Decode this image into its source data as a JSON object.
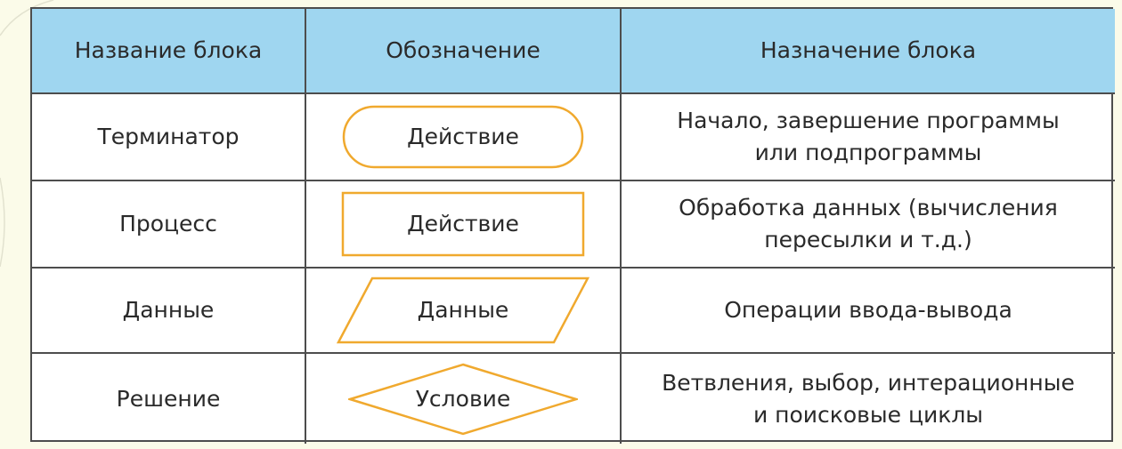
{
  "table": {
    "headers": [
      "Название блока",
      "Обозначение",
      "Назначение блока"
    ],
    "rows": [
      {
        "name": "Терминатор",
        "shape": "terminator",
        "label": "Действие",
        "purpose": "Начало, завершение программы\nили подпрограммы"
      },
      {
        "name": "Процесс",
        "shape": "process",
        "label": "Действие",
        "purpose": "Обработка данных (вычисления\nпересылки и т.д.)"
      },
      {
        "name": "Данные",
        "shape": "data",
        "label": "Данные",
        "purpose": "Операции ввода-вывода"
      },
      {
        "name": "Решение",
        "shape": "decision",
        "label": "Условие",
        "purpose": "Ветвления,  выбор, интерационные\nи поисковые циклы"
      }
    ]
  },
  "colors": {
    "header_bg": "#9fd6f0",
    "shape_stroke": "#f0a92e",
    "grid": "#4d4d4d",
    "background": "#fbfbe9"
  }
}
